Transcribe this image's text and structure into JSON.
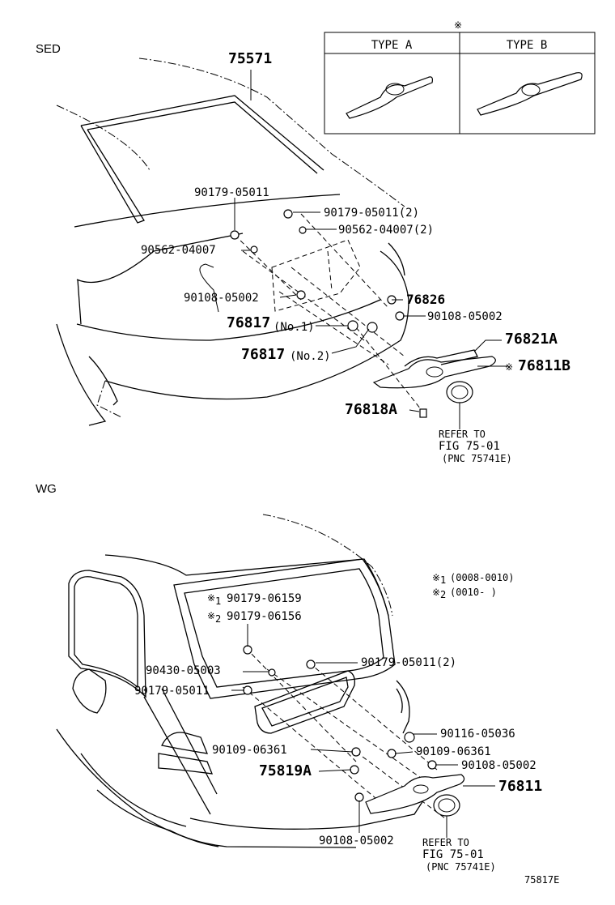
{
  "sections": {
    "sedan": "SED",
    "wagon": "WG"
  },
  "note_mark": "※",
  "type_box": {
    "type_a": "TYPE A",
    "type_b": "TYPE B"
  },
  "sedan_parts": {
    "p75571": "75571",
    "p90179_05011": "90179-05011",
    "p90179_05011_2": "90179-05011(2)",
    "p90562_04007_2": "90562-04007(2)",
    "p90562_04007": "90562-04007",
    "p90108_05002_a": "90108-05002",
    "p76826": "76826",
    "p90108_05002_b": "90108-05002",
    "p76817_no1_num": "76817",
    "p76817_no1_sfx": "(No.1)",
    "p76817_no2_num": "76817",
    "p76817_no2_sfx": "(No.2)",
    "p76821a": "76821A",
    "p76811b": "76811B",
    "p76818a": "76818A",
    "refer_l1": "REFER TO",
    "refer_l2": "FIG 75-01",
    "refer_l3": "(PNC 75741E)"
  },
  "wagon_parts": {
    "note1_num": "1",
    "p90179_06159": "90179-06159",
    "note2_num": "2",
    "p90179_06156": "90179-06156",
    "legend1": "(0008-0010)",
    "legend2": "(0010-       )",
    "p90430_05003": "90430-05003",
    "p90179_05011_2": "90179-05011(2)",
    "p90179_05011": "90179-05011",
    "p90116_05036": "90116-05036",
    "p90109_06361_a": "90109-06361",
    "p90109_06361_b": "90109-06361",
    "p90108_05002_a": "90108-05002",
    "p75819a": "75819A",
    "p76811": "76811",
    "p90108_05002_b": "90108-05002",
    "refer_l1": "REFER TO",
    "refer_l2": "FIG 75-01",
    "refer_l3": "(PNC 75741E)"
  },
  "figure_id": "75817E"
}
